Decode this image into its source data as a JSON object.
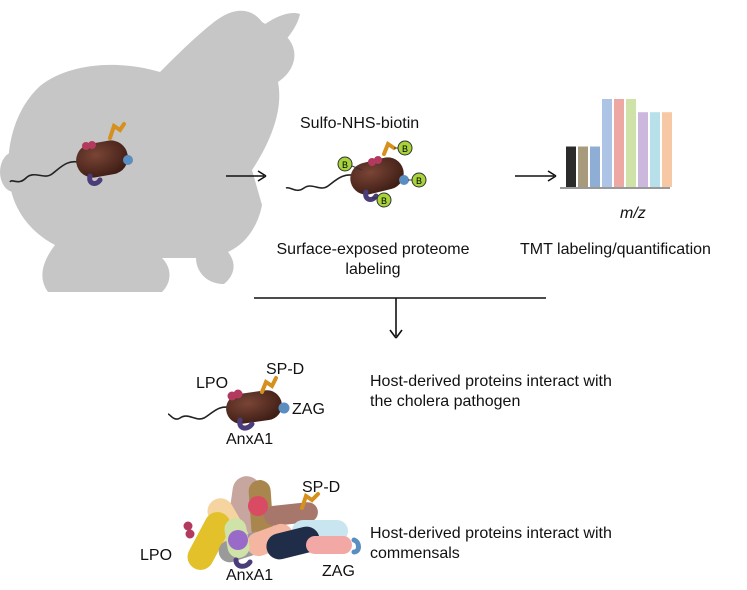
{
  "step2": {
    "reagent": "Sulfo-NHS-biotin",
    "caption_line1": "Surface-exposed proteome",
    "caption_line2": "labeling",
    "biotin_tag": "B"
  },
  "step3": {
    "axis_label": "m/z",
    "caption": "TMT labeling/quantification",
    "bar_heights_rel": [
      0.46,
      0.46,
      0.46,
      1.0,
      1.0,
      1.0,
      0.85,
      0.85,
      0.85
    ],
    "bar_colors": [
      "#2b2b2b",
      "#a89a7c",
      "#8eaed6",
      "#aec4e6",
      "#eea8a4",
      "#cfe3a8",
      "#cdb8dd",
      "#b8e0ea",
      "#f6c8a4"
    ]
  },
  "pathogen": {
    "labels": {
      "lpo": "LPO",
      "spd": "SP-D",
      "zag": "ZAG",
      "anxa1": "AnxA1"
    },
    "caption_line1": "Host-derived proteins interact with",
    "caption_line2": "the cholera pathogen"
  },
  "commensals": {
    "labels": {
      "lpo": "LPO",
      "spd": "SP-D",
      "zag": "ZAG",
      "anxa1": "AnxA1"
    },
    "caption_line1": "Host-derived proteins interact with",
    "caption_line2": "commensals"
  },
  "colors": {
    "rabbit": "#c6c6c6",
    "bacterium": "#5a2e22",
    "lpo": "#b23a5e",
    "spd": "#d6901e",
    "zag": "#5b8ec0",
    "anxa1": "#4a3d7a",
    "biotin": "#a8d33a"
  }
}
